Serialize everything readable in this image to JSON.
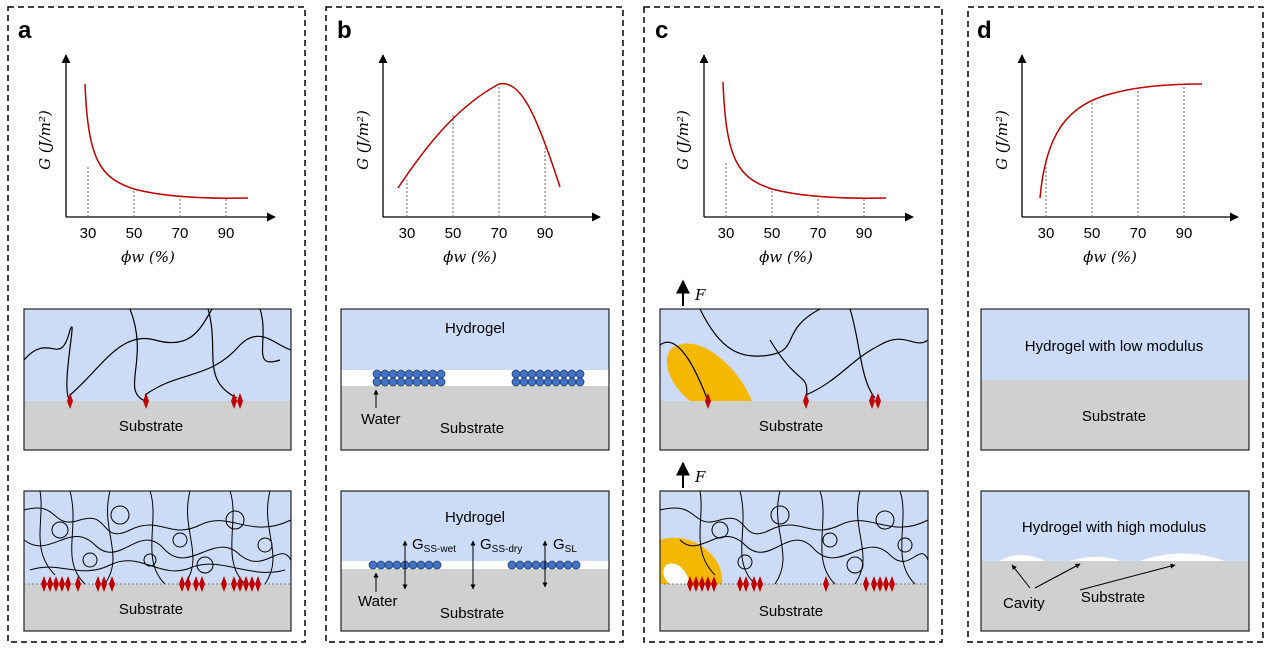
{
  "panels": [
    {
      "id": "a",
      "label": "a",
      "chart_data": {
        "type": "line",
        "xlabel": "ϕw (%)",
        "ylabel": "G (J/m²)",
        "x_ticks": [
          "30",
          "50",
          "70",
          "90"
        ],
        "trend": "decreasing then plateau",
        "color": "#c00000"
      },
      "box1": {
        "substrate": "Substrate"
      },
      "box2": {
        "substrate": "Substrate"
      }
    },
    {
      "id": "b",
      "label": "b",
      "chart_data": {
        "type": "line",
        "xlabel": "ϕw (%)",
        "ylabel": "G (J/m²)",
        "x_ticks": [
          "30",
          "50",
          "70",
          "90"
        ],
        "trend": "rises to peak near 70 then falls",
        "color": "#c00000"
      },
      "box1": {
        "hydrogel": "Hydrogel",
        "water": "Water",
        "substrate": "Substrate"
      },
      "box2": {
        "hydrogel": "Hydrogel",
        "water": "Water",
        "substrate": "Substrate",
        "g_wet": "G",
        "g_wet_sub": "SS-wet",
        "g_dry": "G",
        "g_dry_sub": "SS-dry",
        "g_sl": "G",
        "g_sl_sub": "SL"
      }
    },
    {
      "id": "c",
      "label": "c",
      "chart_data": {
        "type": "line",
        "xlabel": "ϕw (%)",
        "ylabel": "G (J/m²)",
        "x_ticks": [
          "30",
          "50",
          "70",
          "90"
        ],
        "trend": "decreasing then plateau",
        "color": "#c00000"
      },
      "force_label": "F",
      "box1": {
        "substrate": "Substrate"
      },
      "box2": {
        "substrate": "Substrate"
      }
    },
    {
      "id": "d",
      "label": "d",
      "chart_data": {
        "type": "line",
        "xlabel": "ϕw (%)",
        "ylabel": "G (J/m²)",
        "x_ticks": [
          "30",
          "50",
          "70",
          "90"
        ],
        "trend": "increasing then plateau",
        "color": "#c00000"
      },
      "box1": {
        "hydrogel": "Hydrogel with low modulus",
        "substrate": "Substrate"
      },
      "box2": {
        "hydrogel": "Hydrogel with high modulus",
        "cavity": "Cavity",
        "substrate": "Substrate"
      }
    }
  ],
  "colors": {
    "hydrogel": "#cddcf6",
    "substrate": "#d0d0d0",
    "curve": "#c00000",
    "bead": "#4472c4",
    "crack": "#f5b800",
    "anchor": "#c00000"
  }
}
